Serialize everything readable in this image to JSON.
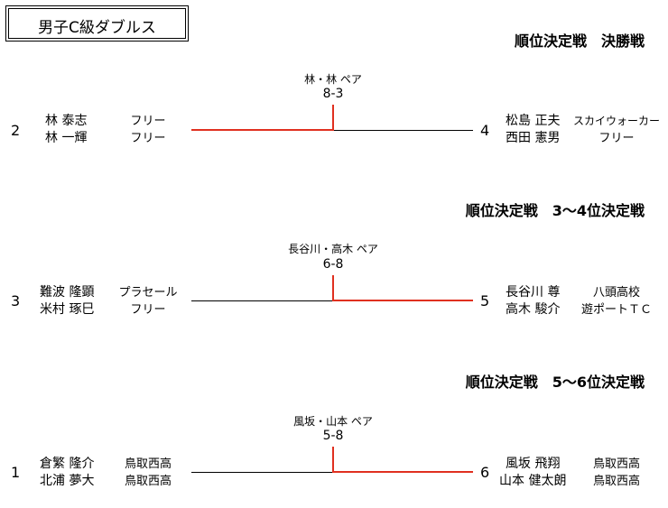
{
  "title": "男子C級ダブルス",
  "matches": [
    {
      "heading": "順位決定戦　決勝戦",
      "winner_pair": "林・林 ペア",
      "score": "8-3",
      "left": {
        "seed": "2",
        "player1": "林 泰志",
        "player2": "林 一輝",
        "club1": "フリー",
        "club2": "フリー"
      },
      "right": {
        "seed": "4",
        "player1": "松島 正夫",
        "player2": "西田 憲男",
        "club1": "スカイウォーカー",
        "club2": "フリー"
      },
      "winner_side": "left"
    },
    {
      "heading": "順位決定戦　3〜4位決定戦",
      "winner_pair": "長谷川・高木 ペア",
      "score": "6-8",
      "left": {
        "seed": "3",
        "player1": "難波 隆顕",
        "player2": "米村 琢巳",
        "club1": "プラセール",
        "club2": "フリー"
      },
      "right": {
        "seed": "5",
        "player1": "長谷川 尊",
        "player2": "高木 駿介",
        "club1": "八頭高校",
        "club2": "遊ポートＴＣ"
      },
      "winner_side": "right"
    },
    {
      "heading": "順位決定戦　5〜6位決定戦",
      "winner_pair": "風坂・山本 ペア",
      "score": "5-8",
      "left": {
        "seed": "1",
        "player1": "倉繁 隆介",
        "player2": "北浦 夢大",
        "club1": "鳥取西高",
        "club2": "鳥取西高"
      },
      "right": {
        "seed": "6",
        "player1": "風坂 飛翔",
        "player2": "山本 健太朗",
        "club1": "鳥取西高",
        "club2": "鳥取西高"
      },
      "winner_side": "right"
    }
  ],
  "colors": {
    "winner_line": "#e03020",
    "loser_line": "#000000"
  }
}
